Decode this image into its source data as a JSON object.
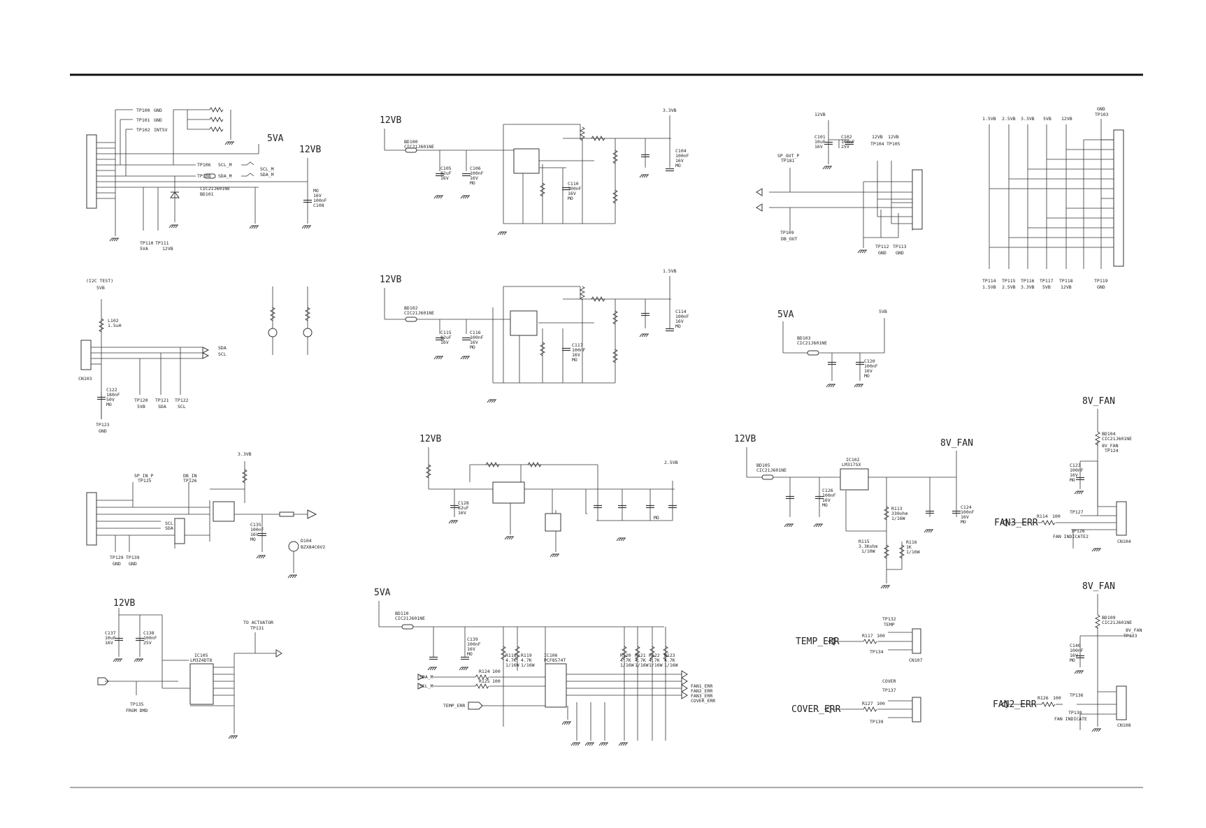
{
  "sheet": {
    "nets": {
      "p12vb": "12VB",
      "p5va": "5VA",
      "p5vb": "5VB",
      "p3v3b": "3.3VB",
      "p1v5b": "1.5VB",
      "p2v5b": "2.5VB",
      "p8vfan": "8V_FAN",
      "gnd": "GND",
      "intsv": "INTSV",
      "scl_m": "SCL_M",
      "sda_m": "SDA_M",
      "sda": "SDA",
      "scl": "SCL",
      "sp_out_p": "SP_OUT_P",
      "db_out": "DB_OUT",
      "sp_in_p": "SP_IN_P",
      "db_in": "DB_IN",
      "temp_err": "TEMP_ERR",
      "cover_err": "COVER_ERR",
      "fan1_err": "FAN1_ERR",
      "fan2_err": "FAN2_ERR",
      "fan3_err": "FAN3_ERR",
      "to_actuator": "TO ACTUATOR",
      "from_dmd": "FROM DMD",
      "i2c_test": "(I2C TEST)",
      "temp": "TEMP",
      "cover": "COVER",
      "fan_indicate": "FAN INDICATE",
      "fan_indicate2": "FAN INDICATE2"
    },
    "test_points": {
      "tp100": "TP100",
      "tp101": "TP101",
      "tp102": "TP102",
      "tp103": "TP103",
      "tp104": "TP104",
      "tp105": "TP105",
      "tp106": "TP106",
      "tp108": "TP108",
      "tp109": "TP109",
      "tp110": "TP110",
      "tp111": "TP111",
      "tp112": "TP112",
      "tp113": "TP113",
      "tp114": "TP114",
      "tp115": "TP115",
      "tp116": "TP116",
      "tp117": "TP117",
      "tp118": "TP118",
      "tp119": "TP119",
      "tp120": "TP120",
      "tp121": "TP121",
      "tp122": "TP122",
      "tp123": "TP123",
      "tp124": "TP124",
      "tp125": "TP125",
      "tp126": "TP126",
      "tp127": "TP127",
      "tp128": "TP128",
      "tp129": "TP129",
      "tp131": "TP131",
      "tp132": "TP132",
      "tp133": "TP133",
      "tp134": "TP134",
      "tp135": "TP135",
      "tp136": "TP136",
      "tp137": "TP137",
      "tp138": "TP138",
      "tp139": "TP139",
      "tp181": "TP181"
    },
    "components": {
      "bd101": "BD101",
      "bd100": "BD100",
      "bd102": "BD102",
      "bd103": "BD103",
      "bd104": "BD104",
      "bd105": "BD105",
      "bd110": "BD110",
      "bd109": "BD109",
      "bead_part": "CIC21J601NE",
      "c105": "C105",
      "c106": "C106",
      "c110": "C110",
      "c104": "C104",
      "c115": "C115",
      "c116": "C116",
      "c117": "C117",
      "c114": "C114",
      "c101": "C101",
      "c102": "C102",
      "c108": "C108",
      "c120": "C120",
      "c122": "C122",
      "c128": "C128",
      "c135": "C135",
      "c137": "C137",
      "c138": "C138",
      "c139": "C139",
      "c123": "C123",
      "c126": "C126",
      "c124": "C124",
      "c140": "C140",
      "ic102": "IC102",
      "ic102_part": "LM317SX",
      "ic105": "IC105",
      "ic105_part": "LM3Z4DT8",
      "ic106": "IC106",
      "ic106_part": "PCF8574T",
      "r113": "R113",
      "r115": "R115",
      "r116": "R116",
      "r118": "R118",
      "r119": "R119",
      "r120": "R120",
      "r121": "R121",
      "r122": "R122",
      "r123": "R123",
      "r124": "R124",
      "r125": "R125",
      "r114": "R114",
      "r117": "R117",
      "r126": "R126",
      "r127": "R127",
      "l102": "L102",
      "l102_val": "1.5uH",
      "d104": "D104",
      "d104_part": "BZX84C6V2",
      "cn103": "CN103",
      "cn104": "CN104",
      "cn107": "CN107",
      "cn108": "CN108",
      "mo": "MO",
      "v16": "16V",
      "v25": "25V",
      "v50": "50V",
      "n100nf": "100nF",
      "n10uf": "10uF",
      "n82uf": "82uF",
      "n180nf": "180nF",
      "r100": "100",
      "r4k7": "4.7K",
      "r1k": "1K",
      "p1_16w": "1/16W",
      "p1_10w": "1/10W",
      "r330": "330ohm",
      "r3k3": "3.3Kohm"
    }
  }
}
